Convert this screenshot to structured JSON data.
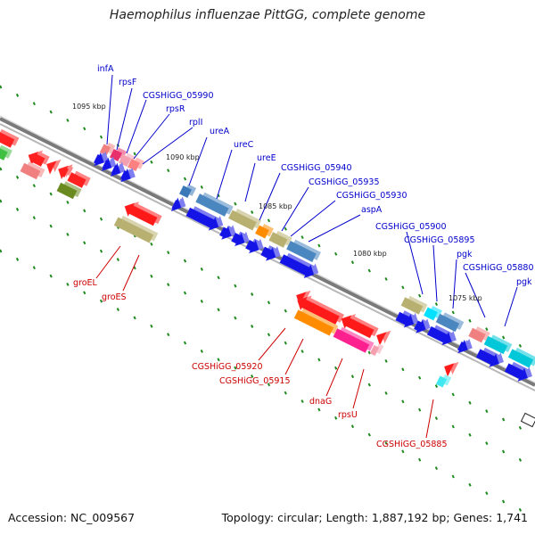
{
  "title": "Haemophilus influenzae PittGG, complete genome",
  "footer": {
    "accession": "Accession: NC_009567",
    "summary": "Topology: circular; Length: 1,887,192 bp; Genes: 1,741"
  },
  "colors": {
    "forward_label": "#0000cc",
    "reverse_label": "#cc0000",
    "backbone": "#8c8c8c",
    "tick": "#1e8a1e"
  },
  "ticks": [
    "1095 kbp",
    "1090 kbp",
    "1085 kbp",
    "1080 kbp",
    "1075 kbp"
  ],
  "forward_genes": [
    "infA",
    "rpsF",
    "CGSHiGG_05990",
    "rpsR",
    "rplI",
    "ureA",
    "ureC",
    "ureE",
    "CGSHiGG_05940",
    "CGSHiGG_05935",
    "CGSHiGG_05930",
    "aspA",
    "CGSHiGG_05900",
    "CGSHiGG_05895",
    "pgk",
    "CGSHiGG_05880",
    "pgk"
  ],
  "reverse_genes": [
    "groEL",
    "groES",
    "CGSHiGG_05920",
    "CGSHiGG_05915",
    "dnaG",
    "rpsU",
    "CGSHiGG_05885"
  ]
}
